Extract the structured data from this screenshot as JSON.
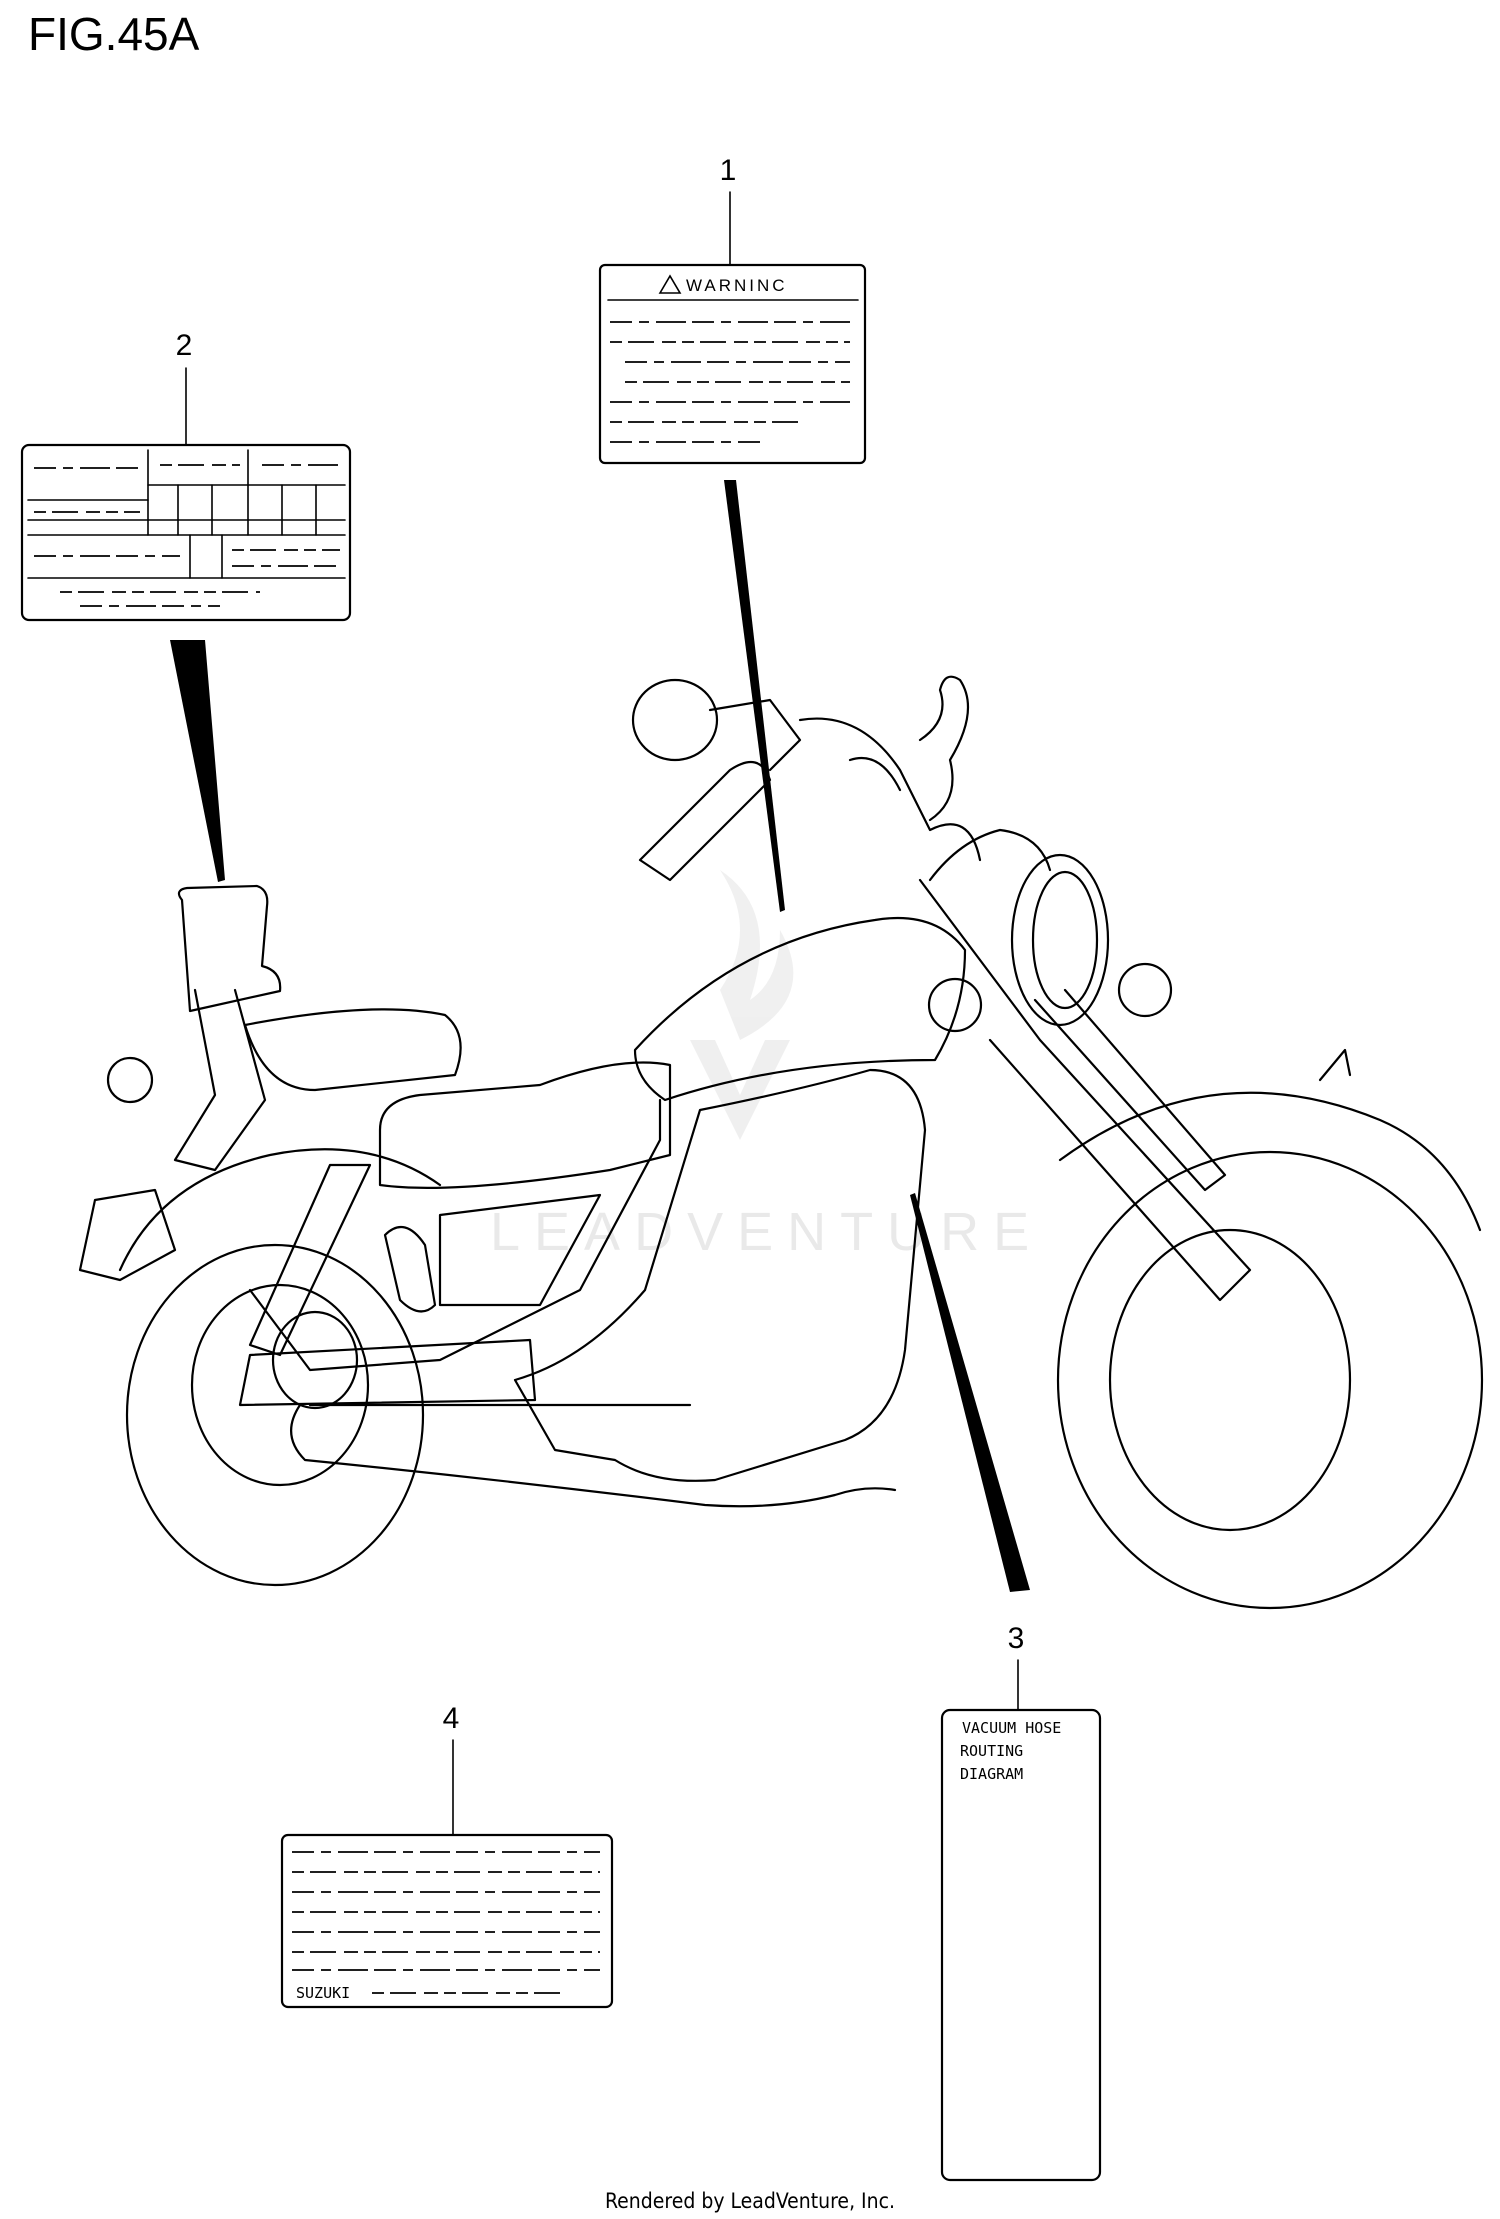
{
  "figure": {
    "title": "FIG.45A"
  },
  "callouts": {
    "c1": "1",
    "c2": "2",
    "c3": "3",
    "c4": "4"
  },
  "labels": {
    "warning_heading": "WARNINC",
    "vacuum_line1": "VACUUM HOSE",
    "vacuum_line2": "ROUTING",
    "vacuum_line3": "DIAGRAM",
    "brand": "SUZUKI"
  },
  "watermark": {
    "text": "LEADVENTURE"
  },
  "footer": {
    "text": "Rendered by LeadVenture, Inc."
  }
}
